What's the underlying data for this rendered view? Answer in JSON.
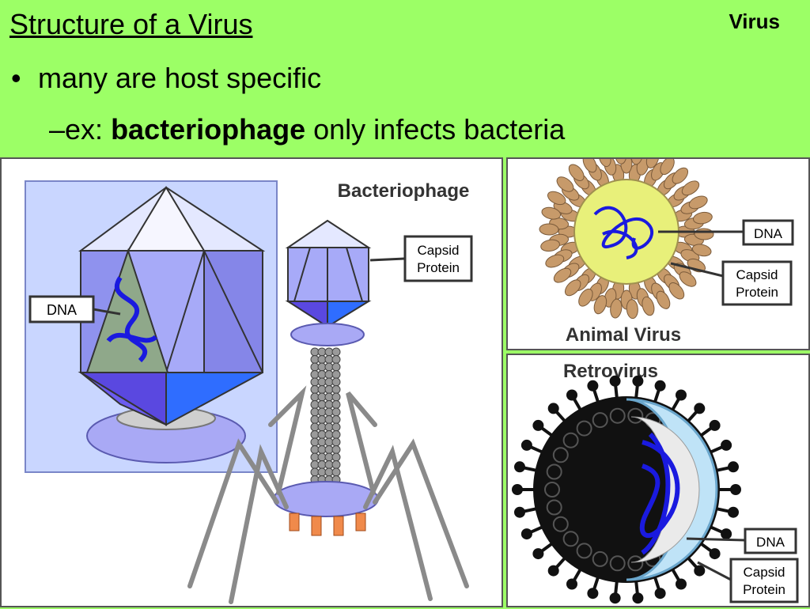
{
  "slide": {
    "title": "Structure of a Virus",
    "corner_label": "Virus",
    "bullet": "many are host specific",
    "sub_prefix": "ex: ",
    "sub_bold": "bacteriophage",
    "sub_suffix": " only infects bacteria"
  },
  "phage_panel": {
    "title": "Bacteriophage",
    "dna_label": "DNA",
    "capsid_label_line1": "Capsid",
    "capsid_label_line2": "Protein"
  },
  "animal_panel": {
    "title": "Animal Virus",
    "dna_label": "DNA",
    "capsid_label_line1": "Capsid",
    "capsid_label_line2": "Protein"
  },
  "retro_panel": {
    "title": "Retrovirus",
    "dna_label": "DNA",
    "capsid_label_line1": "Capsid",
    "capsid_label_line2": "Protein"
  },
  "colors": {
    "background": "#9cff66",
    "capsid_light": "#b4b8ff",
    "capsid_mid": "#8a8cf0",
    "capsid_dark": "#5b4be6",
    "capsid_blue": "#2f6dff",
    "dna_blue": "#1a1adf",
    "animal_shell": "#c79a6a",
    "animal_core": "#e8f07a"
  }
}
